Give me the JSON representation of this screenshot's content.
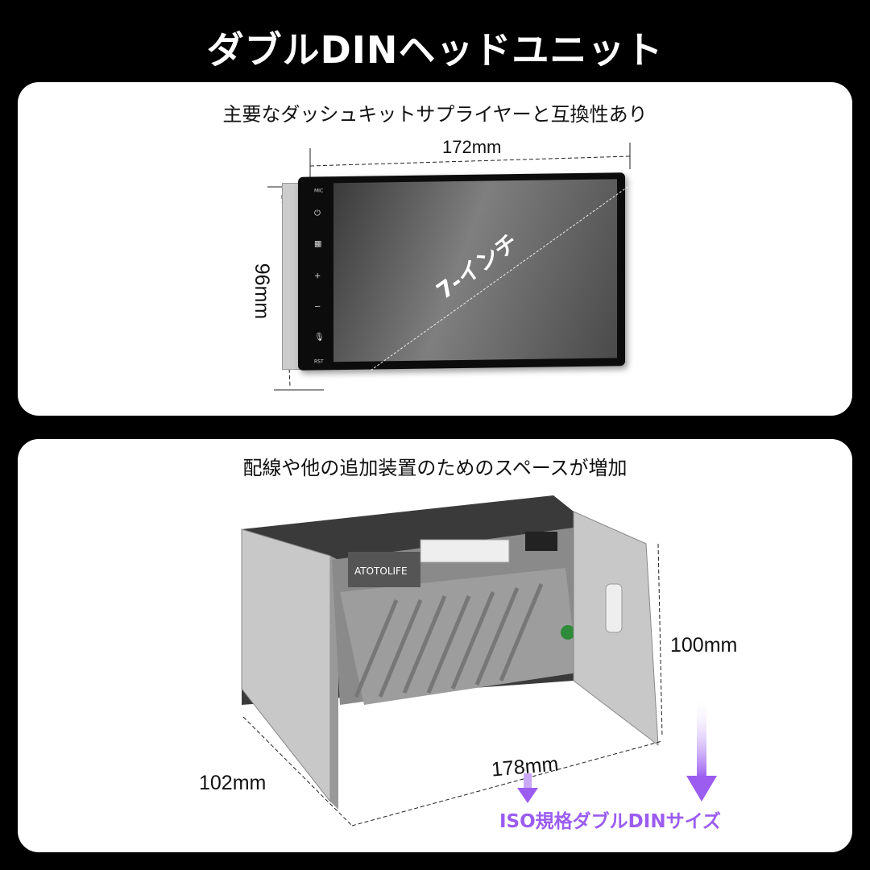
{
  "title": "ダブルDINヘッドユニット",
  "panel1": {
    "subtitle": "主要なダッシュキットサプライヤーと互換性あり",
    "width": "172mm",
    "height": "96mm",
    "screen_size": "7-インチ",
    "button_labels": [
      "MIC",
      "RST"
    ]
  },
  "panel2": {
    "subtitle": "配線や他の追加装置のためのスペースが増加",
    "brand": "ATOTOLIFE",
    "height": "100mm",
    "width": "178mm",
    "depth": "102mm",
    "standard": "ISO規格ダブルDINサイズ"
  },
  "colors": {
    "accent": "#9b5cf0",
    "background": "#000000",
    "card": "#ffffff"
  }
}
